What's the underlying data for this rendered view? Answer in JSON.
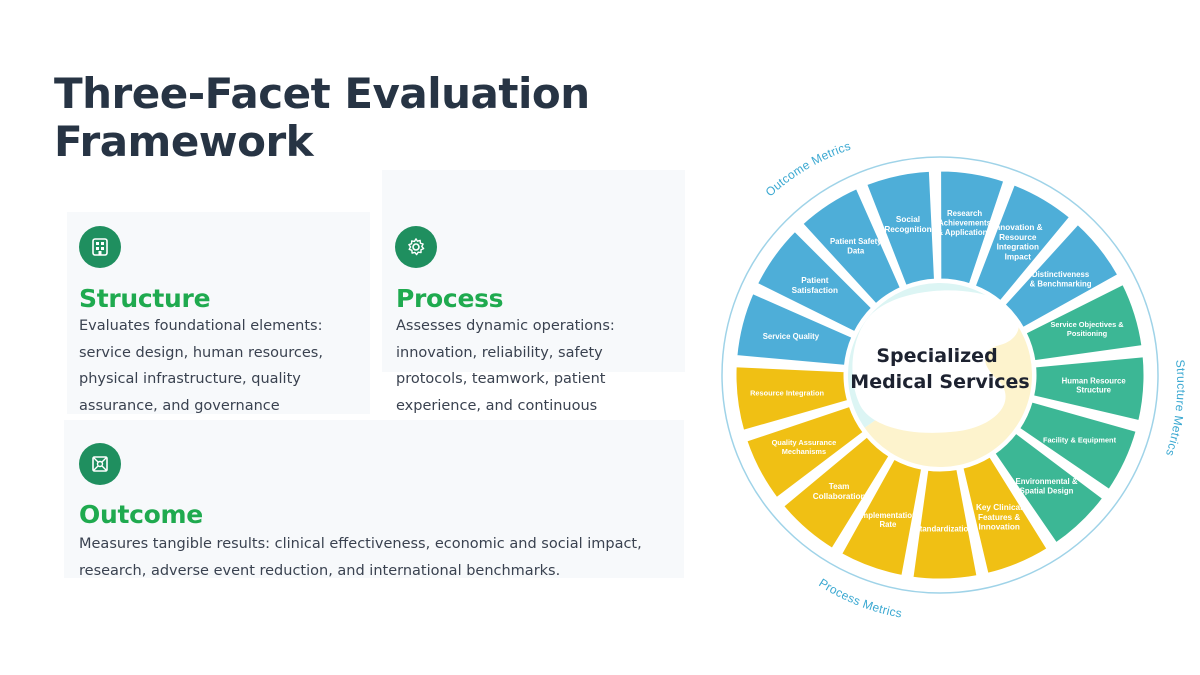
{
  "title": [
    "Three-Facet Evaluation",
    "Framework"
  ],
  "cards": [
    {
      "title": "Structure",
      "icon": "building-icon",
      "lines": [
        "Evaluates foundational elements:",
        "service design, human resources,",
        "physical infrastructure, quality",
        "assurance, and governance"
      ]
    },
    {
      "title": "Process",
      "icon": "gear-icon",
      "lines": [
        "Assesses dynamic operations:",
        "innovation, reliability, safety",
        "protocols, teamwork, patient",
        "experience, and continuous"
      ]
    },
    {
      "title": "Outcome",
      "icon": "target-icon",
      "lines": [
        "Measures tangible results: clinical effectiveness, economic and social impact,",
        "research, adverse event reduction, and international benchmarks."
      ]
    }
  ],
  "wheel": {
    "center": [
      "Specialized",
      "Medical Services"
    ],
    "ring_labels": [
      "Outcome Metrics",
      "Structure Metrics",
      "Process Metrics"
    ],
    "colors": {
      "outcome": "#4eaed8",
      "structure": "#3cb795",
      "process": "#f0c014",
      "ring": "#9fd3e8",
      "center_outcome": "#dcf5f4",
      "center_process": "#fdf3cd"
    },
    "segments": [
      {
        "group": "outcome",
        "label": [
          "Social",
          "Recognition"
        ]
      },
      {
        "group": "outcome",
        "label": [
          "Research",
          "Achievements",
          "& Applications"
        ]
      },
      {
        "group": "outcome",
        "label": [
          "Innovation &",
          "Resource",
          "Integration",
          "Impact"
        ]
      },
      {
        "group": "outcome",
        "label": [
          "Distinctiveness",
          "& Benchmarking"
        ]
      },
      {
        "group": "structure",
        "label": [
          "Service Objectives &",
          "Positioning"
        ]
      },
      {
        "group": "structure",
        "label": [
          "Human Resource",
          "Structure"
        ]
      },
      {
        "group": "structure",
        "label": [
          "Facility & Equipment"
        ]
      },
      {
        "group": "structure",
        "label": [
          "Environmental &",
          "Spatial Design"
        ]
      },
      {
        "group": "process",
        "label": [
          "Key Clinical",
          "Features &",
          "Innovation"
        ]
      },
      {
        "group": "process",
        "label": [
          "Standardization"
        ]
      },
      {
        "group": "process",
        "label": [
          "Implementation",
          "Rate"
        ]
      },
      {
        "group": "process",
        "label": [
          "Team",
          "Collaboration"
        ]
      },
      {
        "group": "process",
        "label": [
          "Quality Assurance",
          "Mechanisms"
        ]
      },
      {
        "group": "process",
        "label": [
          "Resource Integration"
        ]
      },
      {
        "group": "outcome",
        "label": [
          "Service Quality"
        ]
      },
      {
        "group": "outcome",
        "label": [
          "Patient",
          "Satisfaction"
        ]
      },
      {
        "group": "outcome",
        "label": [
          "Patient Safety",
          "Data"
        ]
      }
    ]
  }
}
